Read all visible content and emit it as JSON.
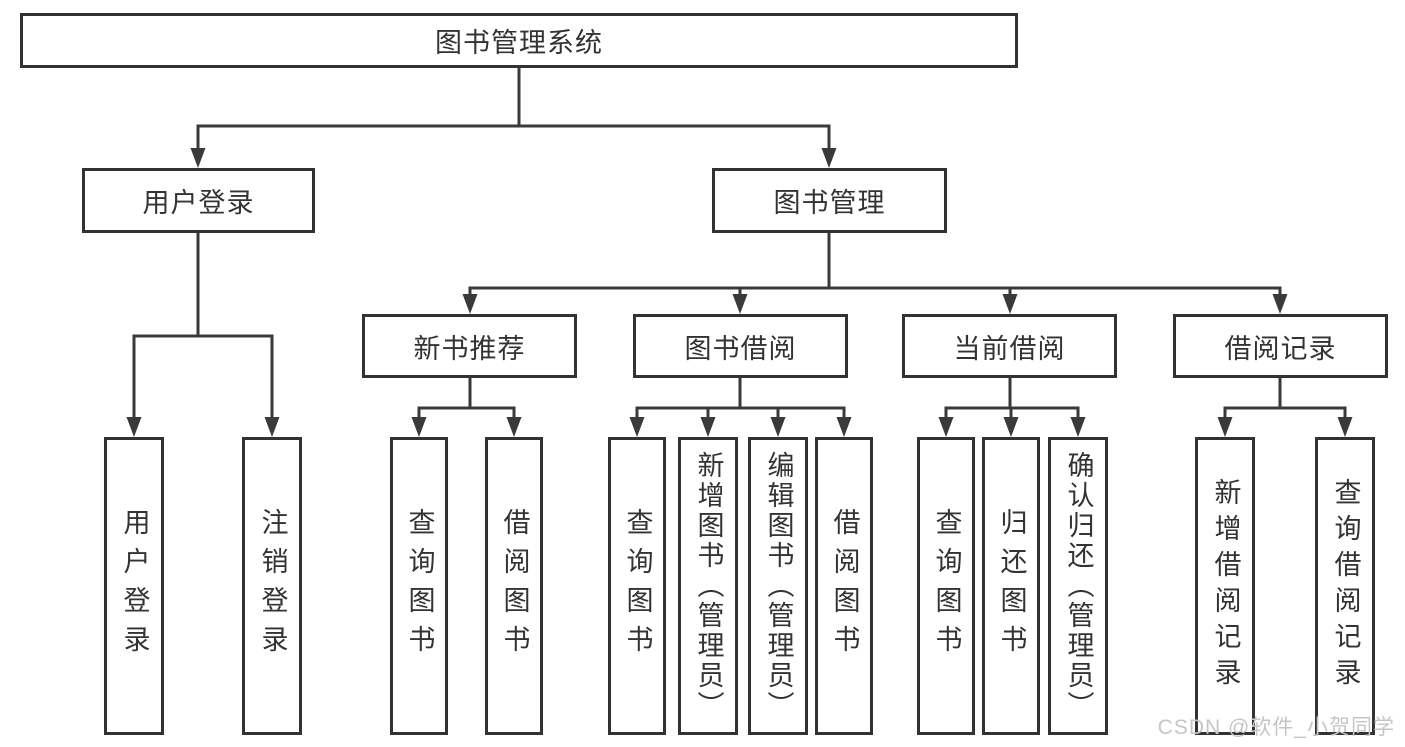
{
  "diagram": {
    "root": {
      "label": "图书管理系统"
    },
    "level2": [
      {
        "label": "用户登录"
      },
      {
        "label": "图书管理"
      }
    ],
    "level3": [
      {
        "label": "新书推荐"
      },
      {
        "label": "图书借阅"
      },
      {
        "label": "当前借阅"
      },
      {
        "label": "借阅记录"
      }
    ],
    "leaves": {
      "user_login": [
        {
          "label": "用户登录"
        },
        {
          "label": "注销登录"
        }
      ],
      "new_book": [
        {
          "label": "查询图书"
        },
        {
          "label": "借阅图书"
        }
      ],
      "book_borrow": [
        {
          "label": "查询图书"
        },
        {
          "label": "新增图书（管理员）"
        },
        {
          "label": "编辑图书（管理员）"
        },
        {
          "label": "借阅图书"
        }
      ],
      "current_borrow": [
        {
          "label": "查询图书"
        },
        {
          "label": "归还图书"
        },
        {
          "label": "确认归还（管理员）"
        }
      ],
      "borrow_record": [
        {
          "label": "新增借阅记录"
        },
        {
          "label": "查询借阅记录"
        }
      ]
    }
  },
  "watermark": {
    "text": "CSDN @软件_小贺同学"
  },
  "colors": {
    "line": "#3a3a3a",
    "border": "#323232",
    "text": "#333333",
    "background": "#ffffff",
    "watermark": "#c6c6c6"
  }
}
